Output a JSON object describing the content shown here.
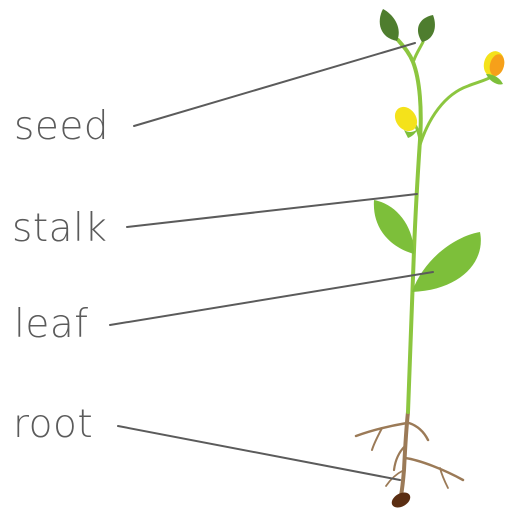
{
  "diagram": {
    "labels": {
      "seed": "seed",
      "stalk": "stalk",
      "leaf": "leaf",
      "root": "root"
    }
  },
  "colors": {
    "label_text": "#5b5b5b",
    "leader_line": "#5b5b5b",
    "stem": "#8cc63f",
    "leaf": "#7dbf3a",
    "seed_leaf": "#4e7d2e",
    "root": "#9b7a57",
    "seed": "#5a2d12",
    "flower_yellow": "#f4e21b",
    "flower_orange": "#f6a01a"
  }
}
